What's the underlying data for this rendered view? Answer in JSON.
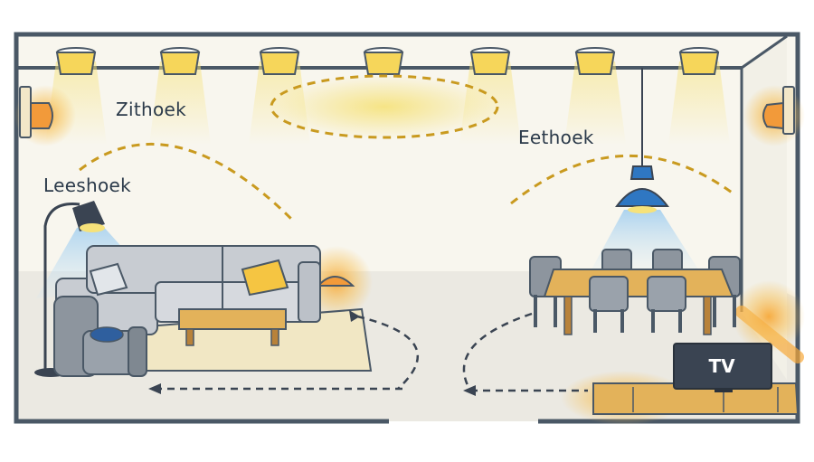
{
  "labels": {
    "sitting_area": "Zithoek",
    "reading_corner": "Leeshoek",
    "dining_area": "Eethoek",
    "tv": "TV"
  },
  "colors": {
    "wall": "#4a5866",
    "floor": "#ebe9e2",
    "wall_fill": "#f8f6ee",
    "warm_light": "#f7a93b",
    "yellow_light": "#f6e27a",
    "blue_light": "#8ec5ea",
    "lamp_blue": "#2f77c2",
    "dashed_zone": "#c99a1f",
    "walk_path": "#3a4452",
    "sofa": "#c8ccd2",
    "chair": "#8d959e",
    "table_wood": "#e3b25a",
    "pillow": "#f5c542",
    "rug": "#f1e7c4"
  },
  "icons": [
    "ceiling-spot-icon",
    "wall-sconce-icon",
    "floor-lamp-icon",
    "pendant-lamp-icon",
    "sofa-icon",
    "armchair-icon",
    "dining-table-icon",
    "tv-icon"
  ]
}
